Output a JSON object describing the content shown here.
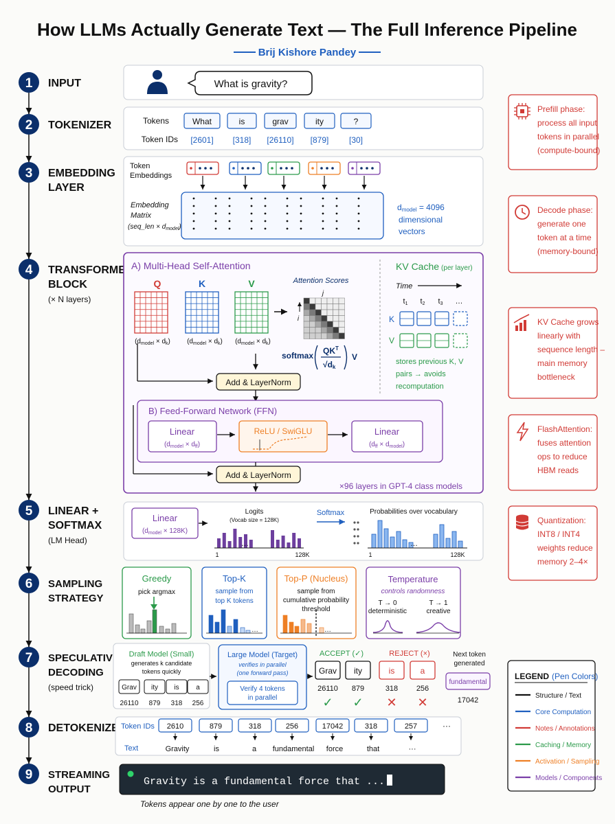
{
  "colors": {
    "blue": "#1f5fbf",
    "navy": "#0b2f6b",
    "red": "#d13b36",
    "green": "#2b9a4a",
    "orange": "#ee7f25",
    "purple": "#7a3ea8",
    "black": "#111111",
    "pale_blue": "#f4f8ff",
    "pale_purple": "#f8f3fd",
    "pale_yellow": "#fff6d8",
    "terminal_bg": "#1f2a34",
    "terminal_green": "#2fd36a"
  },
  "header": {
    "title": "How LLMs Actually Generate Text — The Full Inference Pipeline",
    "author": "Brij Kishore Pandey"
  },
  "steps": [
    {
      "num": "1",
      "name": "INPUT",
      "extra": "",
      "sub": ""
    },
    {
      "num": "2",
      "name": "TOKENIZER",
      "extra": "",
      "sub": ""
    },
    {
      "num": "3",
      "name": "EMBEDDING",
      "extra": "LAYER",
      "sub": ""
    },
    {
      "num": "4",
      "name": "TRANSFORMER",
      "extra": "BLOCK",
      "sub": "(× N layers)"
    },
    {
      "num": "5",
      "name": "LINEAR +",
      "extra": "SOFTMAX",
      "sub": "(LM Head)"
    },
    {
      "num": "6",
      "name": "SAMPLING",
      "extra": "STRATEGY",
      "sub": ""
    },
    {
      "num": "7",
      "name": "SPECULATIVE",
      "extra": "DECODING",
      "sub": "(speed trick)"
    },
    {
      "num": "8",
      "name": "DETOKENIZER",
      "extra": "",
      "sub": ""
    },
    {
      "num": "9",
      "name": "STREAMING",
      "extra": "OUTPUT",
      "sub": ""
    }
  ],
  "input": {
    "prompt": "What is gravity?"
  },
  "tokenizer": {
    "tokens_label": "Tokens",
    "ids_label": "Token IDs",
    "tokens": [
      "What",
      "is",
      "grav",
      "ity",
      "?"
    ],
    "ids": [
      "[2601]",
      "[318]",
      "[26110]",
      "[879]",
      "[30]"
    ]
  },
  "embedding": {
    "token_embeddings_label_1": "Token",
    "token_embeddings_label_2": "Embeddings",
    "matrix_label_1": "Embedding",
    "matrix_label_2": "Matrix",
    "matrix_label_3": "(seq_len × d",
    "matrix_label_3_sub": "model",
    "matrix_label_3_end": ")",
    "dim_note_1": "d",
    "dim_note_1_sub": "model",
    "dim_note_1_end": " = 4096",
    "dim_note_2": "dimensional",
    "dim_note_3": "vectors",
    "vector_colors": [
      "#d13b36",
      "#1f5fbf",
      "#2b9a4a",
      "#ee7f25",
      "#7a3ea8"
    ]
  },
  "transformer": {
    "mhsa_title": "A) Multi-Head Self-Attention",
    "q": "Q",
    "k": "K",
    "v": "V",
    "dim_q": "(d",
    "dim_q_sub": "model",
    "dim_q_mid": " × d",
    "dim_q_sub2": "k",
    "dim_q_end": ")",
    "attention_scores": "Attention Scores",
    "j": "j",
    "i": "i",
    "softmax": "softmax",
    "qk": "QK",
    "qk_sup": "T",
    "sqrt_dk": "√d",
    "sqrt_dk_sub": "k",
    "v_after": "V",
    "add_norm": "Add & LayerNorm",
    "ffn_title": "B) Feed-Forward Network (FFN)",
    "linear": "Linear",
    "linear1_dim": "(d",
    "linear1_dim_sub": "model",
    "linear1_dim_mid": " × d",
    "linear1_dim_sub2": "ff",
    "linear1_dim_end": ")",
    "activation": "ReLU / SwiGLU",
    "linear2_dim": "(d",
    "linear2_dim_sub": "ff",
    "linear2_dim_mid": " × d",
    "linear2_dim_sub2": "model",
    "linear2_dim_end": ")",
    "layers_note": "×96 layers in GPT-4 class models",
    "kv_title": "KV Cache",
    "kv_title_sub": "(per layer)",
    "time": "Time",
    "t_labels": [
      "t",
      "t",
      "t",
      "…"
    ],
    "t_subs": [
      "1",
      "2",
      "3",
      ""
    ],
    "kv_note_1": "stores previous K, V",
    "kv_note_2": "pairs → avoids",
    "kv_note_3": "recomputation"
  },
  "lmhead": {
    "linear": "Linear",
    "linear_dim": "(d",
    "linear_dim_sub": "model",
    "linear_dim_end": " × 128K)",
    "logits": "Logits",
    "vocab": "(Vocab size = 128K)",
    "softmax": "Softmax",
    "probs": "Probabilities over vocabulary",
    "axis_start": "1",
    "axis_end": "128K",
    "ellipsis": "…"
  },
  "sampling": [
    {
      "title": "Greedy",
      "desc": [
        "pick argmax"
      ],
      "color": "#2b9a4a"
    },
    {
      "title": "Top-K",
      "desc": [
        "sample from",
        "top K tokens"
      ],
      "color": "#1f5fbf"
    },
    {
      "title": "Top-P (Nucleus)",
      "desc": [
        "sample from",
        "cumulative probability",
        "threshold"
      ],
      "color": "#ee7f25"
    },
    {
      "title": "Temperature",
      "desc": [
        "controls randomness"
      ],
      "color": "#7a3ea8"
    }
  ],
  "temperature": {
    "low": "T → 0",
    "low_desc": "deterministic",
    "high": "T → 1",
    "high_desc": "creative"
  },
  "speculative": {
    "draft_title": "Draft Model (Small)",
    "draft_desc_1": "generates k candidate",
    "draft_desc_2": "tokens quickly",
    "draft_tokens": [
      "Grav",
      "ity",
      "is",
      "a"
    ],
    "draft_ids": [
      "26110",
      "879",
      "318",
      "256"
    ],
    "large_title": "Large Model (Target)",
    "large_desc_1": "verifies in parallel",
    "large_desc_2": "(one forward pass)",
    "verify_1": "Verify 4 tokens",
    "verify_2": "in parallel",
    "accept": "ACCEPT (✓)",
    "reject": "REJECT (×)",
    "accept_tokens": [
      "Grav",
      "ity"
    ],
    "accept_ids": [
      "26110",
      "879"
    ],
    "reject_tokens": [
      "is",
      "a"
    ],
    "reject_ids": [
      "318",
      "256"
    ],
    "check": "✓",
    "cross": "✕",
    "next_1": "Next token",
    "next_2": "generated",
    "next_token": "fundamental",
    "next_id": "17042"
  },
  "detokenizer": {
    "ids_label": "Token IDs",
    "text_label": "Text",
    "ids": [
      "2610",
      "879",
      "318",
      "256",
      "17042",
      "318",
      "257",
      "···"
    ],
    "words": [
      "Gravity",
      "is",
      "a",
      "fundamental",
      "force",
      "that",
      "···"
    ]
  },
  "streaming": {
    "output": "Gravity is a fundamental force that ...",
    "caption": "Tokens appear one by one to the user"
  },
  "notes": [
    {
      "title": "Prefill phase:",
      "lines": [
        "process all input",
        "tokens in parallel",
        "(compute-bound)"
      ],
      "icon": "chip-icon"
    },
    {
      "title": "Decode phase:",
      "lines": [
        "generate one",
        "token at a time",
        "(memory-bound)"
      ],
      "icon": "clock-icon"
    },
    {
      "title": "KV Cache grows",
      "lines": [
        "linearly with",
        "sequence length –",
        "main memory",
        "bottleneck"
      ],
      "icon": "growth-chart-icon"
    },
    {
      "title": "FlashAttention:",
      "lines": [
        "fuses attention",
        "ops to reduce",
        "HBM reads"
      ],
      "icon": "lightning-icon"
    },
    {
      "title": "Quantization:",
      "lines": [
        "INT8 / INT4",
        "weights reduce",
        "memory 2–4×"
      ],
      "icon": "database-icon"
    }
  ],
  "legend": {
    "title": "LEGEND",
    "subtitle": "(Pen Colors)",
    "items": [
      {
        "label": "Structure / Text",
        "color": "#111111"
      },
      {
        "label": "Core Computation",
        "color": "#1f5fbf"
      },
      {
        "label": "Notes / Annotations",
        "color": "#d13b36"
      },
      {
        "label": "Caching / Memory",
        "color": "#2b9a4a"
      },
      {
        "label": "Activation / Sampling",
        "color": "#ee7f25"
      },
      {
        "label": "Models / Components",
        "color": "#7a3ea8"
      }
    ]
  }
}
